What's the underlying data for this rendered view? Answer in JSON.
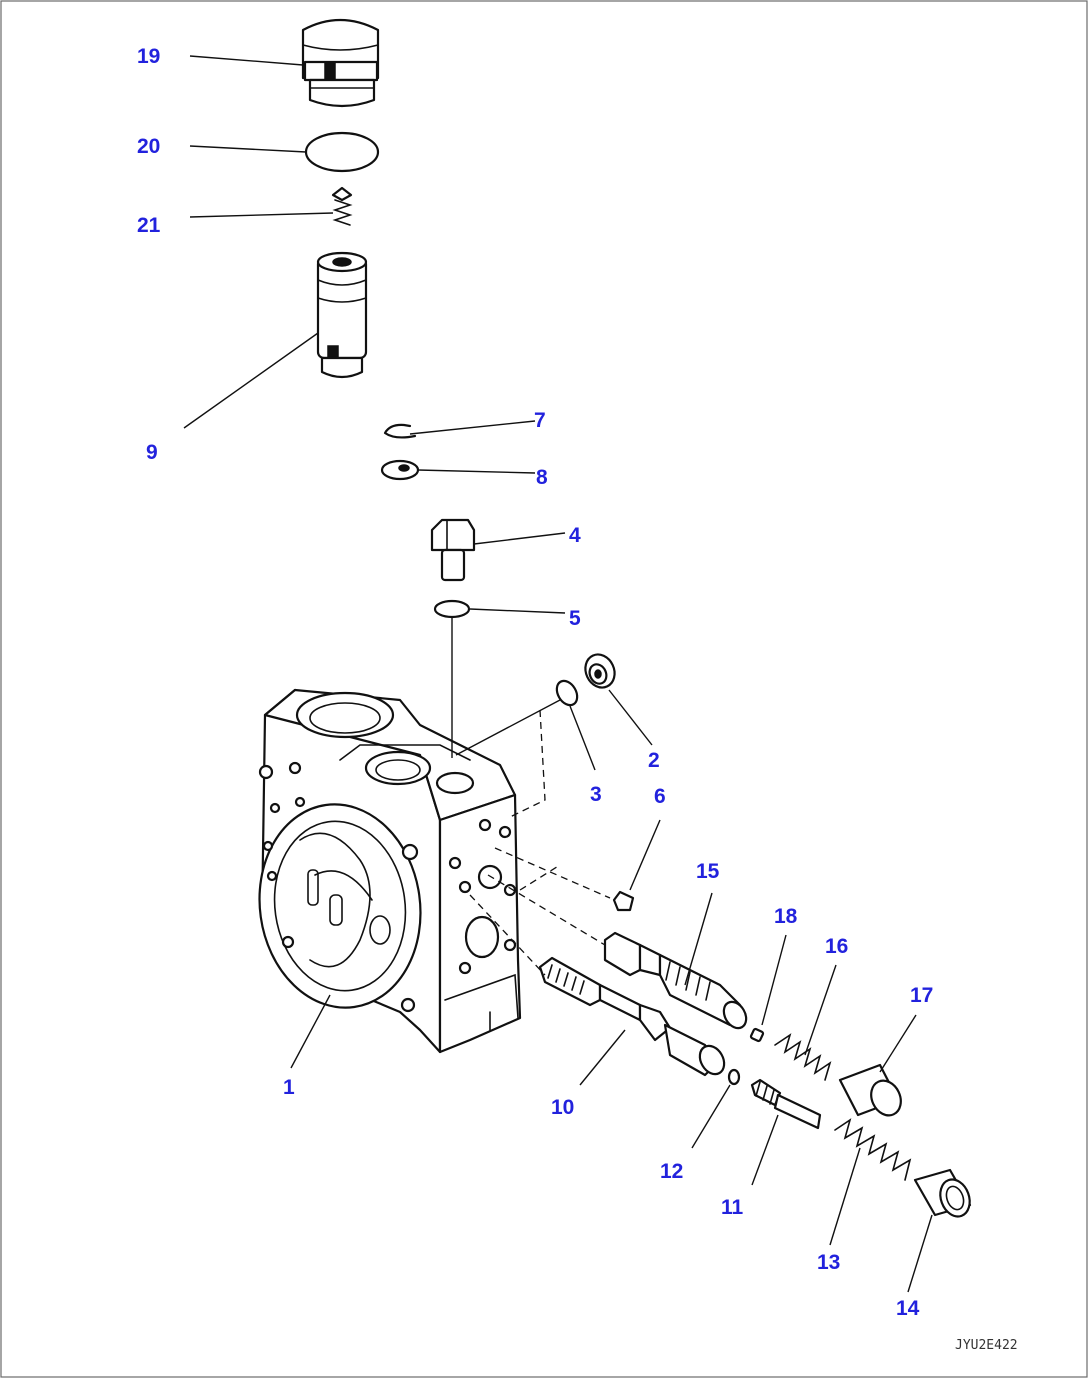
{
  "diagram": {
    "type": "exploded parts view",
    "accent_color": "#2222dd",
    "line_color": "#111111",
    "drawing_number": "JYU2E422",
    "callouts": [
      {
        "id": "1",
        "label": "1"
      },
      {
        "id": "2",
        "label": "2"
      },
      {
        "id": "3",
        "label": "3"
      },
      {
        "id": "4",
        "label": "4"
      },
      {
        "id": "5",
        "label": "5"
      },
      {
        "id": "6",
        "label": "6"
      },
      {
        "id": "7",
        "label": "7"
      },
      {
        "id": "8",
        "label": "8"
      },
      {
        "id": "9",
        "label": "9"
      },
      {
        "id": "10",
        "label": "10"
      },
      {
        "id": "11",
        "label": "11"
      },
      {
        "id": "12",
        "label": "12"
      },
      {
        "id": "13",
        "label": "13"
      },
      {
        "id": "14",
        "label": "14"
      },
      {
        "id": "15",
        "label": "15"
      },
      {
        "id": "16",
        "label": "16"
      },
      {
        "id": "17",
        "label": "17"
      },
      {
        "id": "18",
        "label": "18"
      },
      {
        "id": "19",
        "label": "19"
      },
      {
        "id": "20",
        "label": "20"
      },
      {
        "id": "21",
        "label": "21"
      }
    ]
  }
}
